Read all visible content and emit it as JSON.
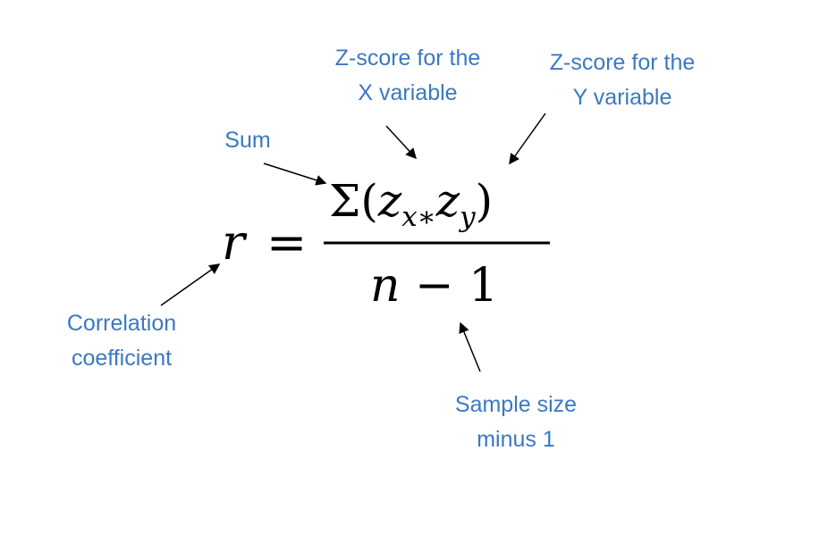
{
  "labels": {
    "z_x": [
      "Z-score for the",
      "X variable"
    ],
    "z_y": [
      "Z-score for the",
      "Y variable"
    ],
    "sum": [
      "Sum"
    ],
    "r": [
      "Correlation",
      "coefficient"
    ],
    "n": [
      "Sample size",
      "minus 1"
    ]
  },
  "formula": {
    "lhs": "r",
    "equals": "=",
    "sigma": "Σ(",
    "z1": "z",
    "sub1": "x∗",
    "z2": "z",
    "sub2": "y",
    "close": ")",
    "denominator_var": "n",
    "denominator_rest": " − 1"
  },
  "colors": {
    "label": "#3b78c2",
    "math": "#000000"
  }
}
